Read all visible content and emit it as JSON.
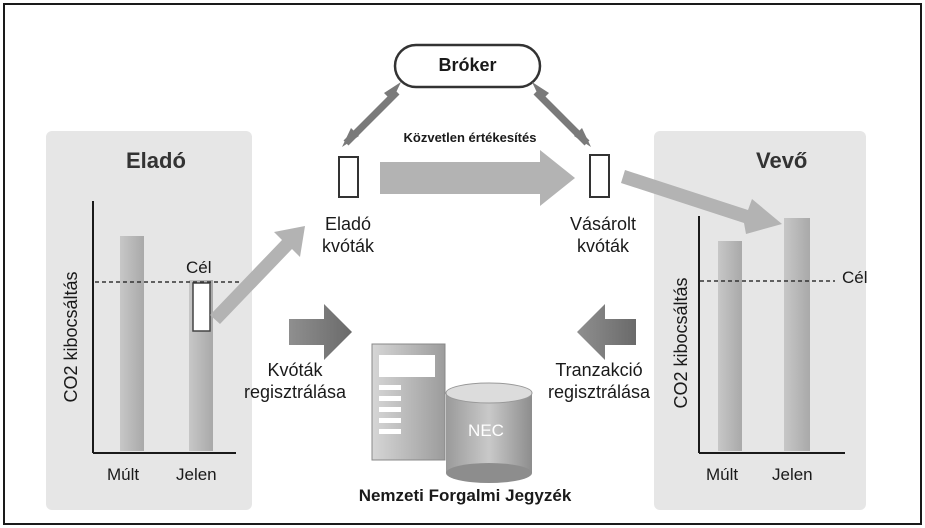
{
  "broker": {
    "label": "Bróker"
  },
  "direct_sale": {
    "label": "Közvetlen értékesítés"
  },
  "seller": {
    "title": "Eladó",
    "ylabel": "CO2 kibocsáltás",
    "target_label": "Cél",
    "categories": [
      "Múlt",
      "Jelen"
    ],
    "quota_label": [
      "Eladó",
      "kvóták"
    ]
  },
  "buyer": {
    "title": "Vevő",
    "ylabel": "CO2 kibocsáltás",
    "target_label": "Cél",
    "categories": [
      "Múlt",
      "Jelen"
    ],
    "quota_label": [
      "Vásárolt",
      "kvóták"
    ]
  },
  "registration": {
    "left": [
      "Kvóták",
      "regisztrálása"
    ],
    "right": [
      "Tranzakció",
      "regisztrálása"
    ]
  },
  "registry": {
    "title": "Nemzeti Forgalmi Jegyzék",
    "db_label": "NEC"
  },
  "colors": {
    "panel_bg": "#e6e6e6",
    "bar": "#b8b8b8",
    "bar_dark": "#9a9a9a",
    "arrow_light": "#b3b3b3",
    "arrow_dark": "#6e6e6e",
    "border": "#1a1a1a"
  }
}
